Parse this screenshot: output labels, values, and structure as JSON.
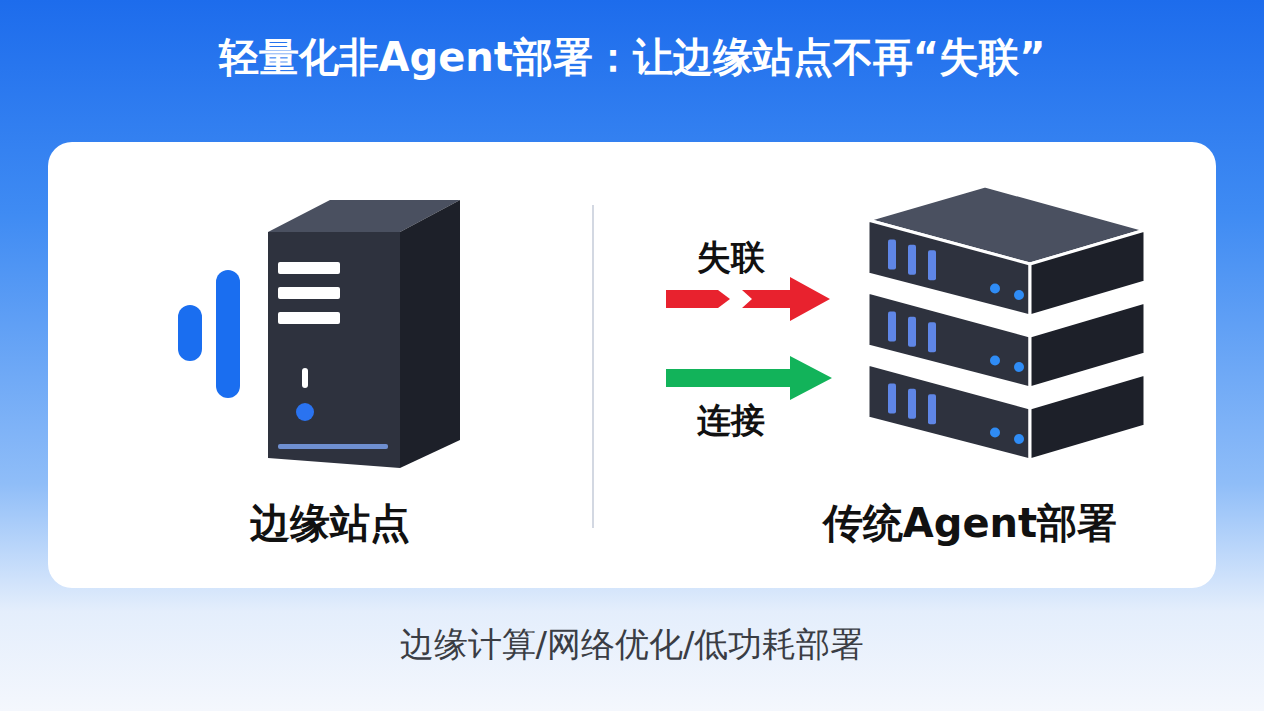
{
  "diagram": {
    "title": "轻量化非Agent部署：让边缘站点不再“失联”",
    "caption": "边缘计算/网络优化/低功耗部署",
    "nodes": [
      {
        "text": [
          "边缘站点"
        ]
      },
      {
        "text": [
          "传统Agent部署"
        ]
      }
    ],
    "labels": [
      "失联",
      "连接"
    ]
  }
}
